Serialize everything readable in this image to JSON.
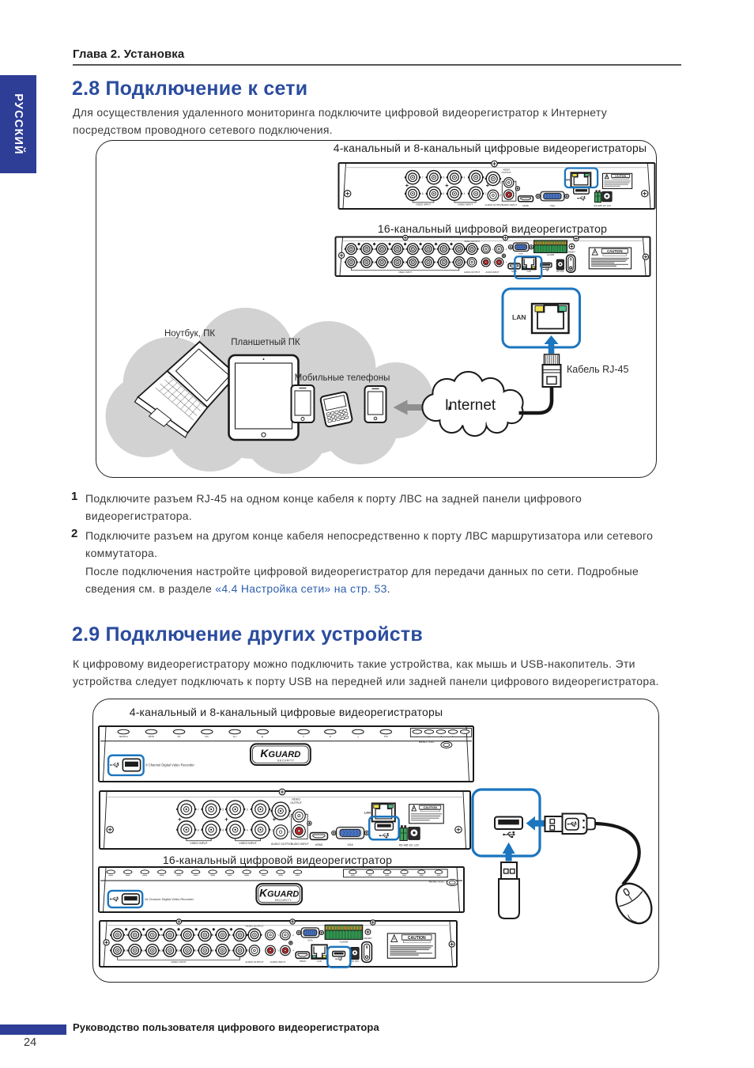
{
  "header": {
    "chapter": "Глава 2. Установка"
  },
  "sidebar": {
    "language": "РУССКИЙ"
  },
  "footer": {
    "text": "Руководство пользователя цифрового видеорегистратора",
    "page_number": "24"
  },
  "section_2_8": {
    "heading": "2.8 Подключение к сети",
    "intro_lines": [
      "Для осуществления удаленного мониторинга подключите цифровой видеорегистратор к Интернету",
      "посредством проводного сетевого подключения."
    ],
    "steps": [
      {
        "num": "1",
        "lines": [
          "Подключите разъем RJ-45 на одном конце кабеля к порту ЛВС на задней панели цифрового",
          "видеорегистратора."
        ]
      },
      {
        "num": "2",
        "lines": [
          "Подключите разъем на другом конце кабеля непосредственно к порту ЛВС маршрутизатора или сетевого",
          "коммутатора."
        ]
      }
    ],
    "note_line1": "После подключения настройте цифровой видеорегистратор для передачи данных по сети. Подробные",
    "note_line2_prefix": "сведения см. в разделе ",
    "note_link": "«4.4 Настройка сети» на стр. 53",
    "note_line2_suffix": "."
  },
  "section_2_9": {
    "heading": "2.9 Подключение других устройств",
    "para_lines": [
      "К цифровому видеорегистратору можно подключить такие устройства, как мышь и USB-накопитель. Эти",
      "устройства следует подключать к порту USB на передней или задней панели цифрового видеорегистратора."
    ]
  },
  "figure_network": {
    "caption_48": "4-канальный и 8-канальный цифровые видеорегистраторы",
    "caption_16": "16-канальный цифровой видеорегистратор",
    "label_laptop": "Ноутбук, ПК",
    "label_tablet": "Планшетный ПК",
    "label_phones": "Мобильные телефоны",
    "label_internet": "Internet",
    "label_lan": "LAN",
    "label_cable": "Кабель RJ-45"
  },
  "figure_usb": {
    "caption_48": "4-канальный и 8-канальный цифровые видеорегистраторы",
    "caption_16": "16-канальный цифровой видеорегистратор"
  },
  "dvr": {
    "logo": "KGUARD",
    "logo_sub": "SECURITY",
    "front_8_text": "8 Channel Digital Video Recorder",
    "front_16_text": "16 Channel Digital Video Recorder",
    "menu_esc": "MENU / ESC",
    "front_buttons": [
      "SEARCH",
      "MUTE",
      "CH-",
      "CH+",
      "ALL",
      "▶",
      "II",
      "■",
      "●",
      "PTZ"
    ],
    "front_nav_buttons": [
      "▲",
      "▼",
      "◀",
      "▶",
      "●"
    ],
    "ports": {
      "video_input": "VIDEO INPUT",
      "video_output": "VIDEO OUTPUT",
      "audio_input": "AUDIO INPUT",
      "audio_output": "AUDIO OUTPUT",
      "hdmi": "HDMI",
      "vga": "VGA",
      "lan": "LAN",
      "rs485": "RS-485",
      "dc": "DC 12V",
      "alarm": "ALARM",
      "reset": "RESET",
      "caution": "CAUTION"
    },
    "bnc_numbers_top_8": [
      "7",
      "5",
      "3",
      "1"
    ],
    "bnc_numbers_bottom_8": [
      "8",
      "6",
      "4",
      "2"
    ],
    "bnc_numbers_top_16": [
      "15",
      "13",
      "11",
      "9",
      "7",
      "5",
      "3",
      "1"
    ],
    "bnc_numbers_bottom_16": [
      "16",
      "14",
      "12",
      "10",
      "8",
      "6",
      "4",
      "2"
    ],
    "audio_in_numbers": [
      "1",
      "2"
    ]
  },
  "colors": {
    "navy": "#2E3D96",
    "heading_blue": "#2B4C9E",
    "link_blue": "#2E5FAE",
    "highlight_blue": "#1B75BF",
    "vga_blue": "#4A74C0",
    "led_yellow": "#F2E24D",
    "led_green": "#52C18C",
    "terminal_green": "#3FA45B",
    "rca_red": "#CC2229",
    "cloud_gray": "#D2D2D2",
    "arrow_gray": "#8F8F8F",
    "ink": "#1A1A1A"
  }
}
